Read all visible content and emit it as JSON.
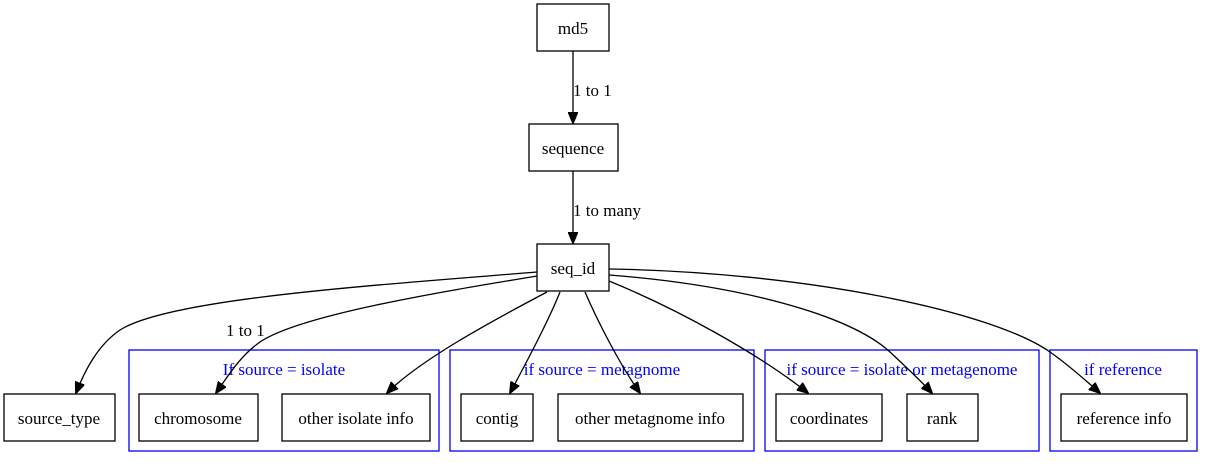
{
  "nodes": {
    "md5": "md5",
    "sequence": "sequence",
    "seq_id": "seq_id",
    "source_type": "source_type",
    "chromosome": "chromosome",
    "other_isolate_info": "other isolate info",
    "contig": "contig",
    "other_metagnome_info": "other metagnome info",
    "coordinates": "coordinates",
    "rank": "rank",
    "reference_info": "reference info"
  },
  "clusters": {
    "isolate": "If source = isolate",
    "metagnome": "if source = metagnome",
    "isolate_or_metagenome": "if source = isolate or metagenome",
    "reference": "if reference"
  },
  "edge_labels": {
    "md5_sequence": "1 to 1",
    "sequence_seqid": "1 to many",
    "seqid_sourcetype": "1 to 1"
  },
  "colors": {
    "node_stroke": "#000000",
    "cluster_stroke": "#0000ff",
    "cluster_text": "#0000ff",
    "background": "#ffffff"
  }
}
